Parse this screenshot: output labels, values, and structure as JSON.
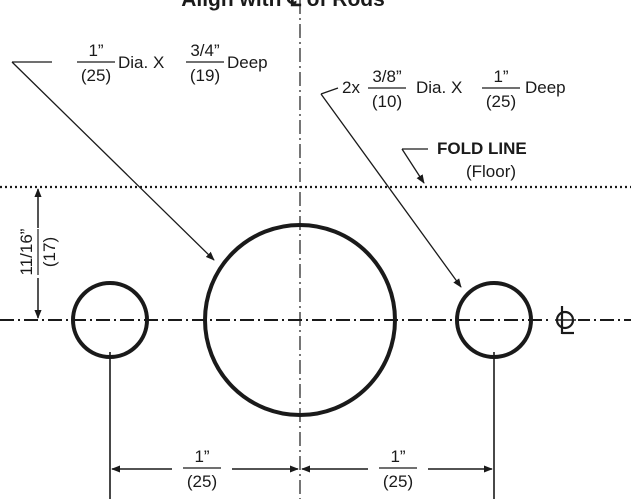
{
  "title": "Align with ℄ of Rods",
  "callouts": {
    "large_hole": {
      "num": "1”",
      "den": "(25)",
      "dia_text": "Dia. X",
      "depth_num": "3/4”",
      "depth_den": "(19)",
      "depth_text": "Deep"
    },
    "small_holes": {
      "count": "2x",
      "num": "3/8”",
      "den": "(10)",
      "dia_text": "Dia. X",
      "depth_num": "1”",
      "depth_den": "(25)",
      "depth_text": "Deep"
    },
    "fold_line": {
      "label": "FOLD LINE",
      "sublabel": "(Floor)"
    },
    "vertical_dim": {
      "num": "11/16”",
      "den": "(17)"
    },
    "left_spacing": {
      "num": "1”",
      "den": "(25)"
    },
    "right_spacing": {
      "num": "1”",
      "den": "(25)"
    },
    "centerline_symbol": "℄"
  },
  "colors": {
    "ink": "#1a1a1a",
    "background": "#ffffff"
  }
}
